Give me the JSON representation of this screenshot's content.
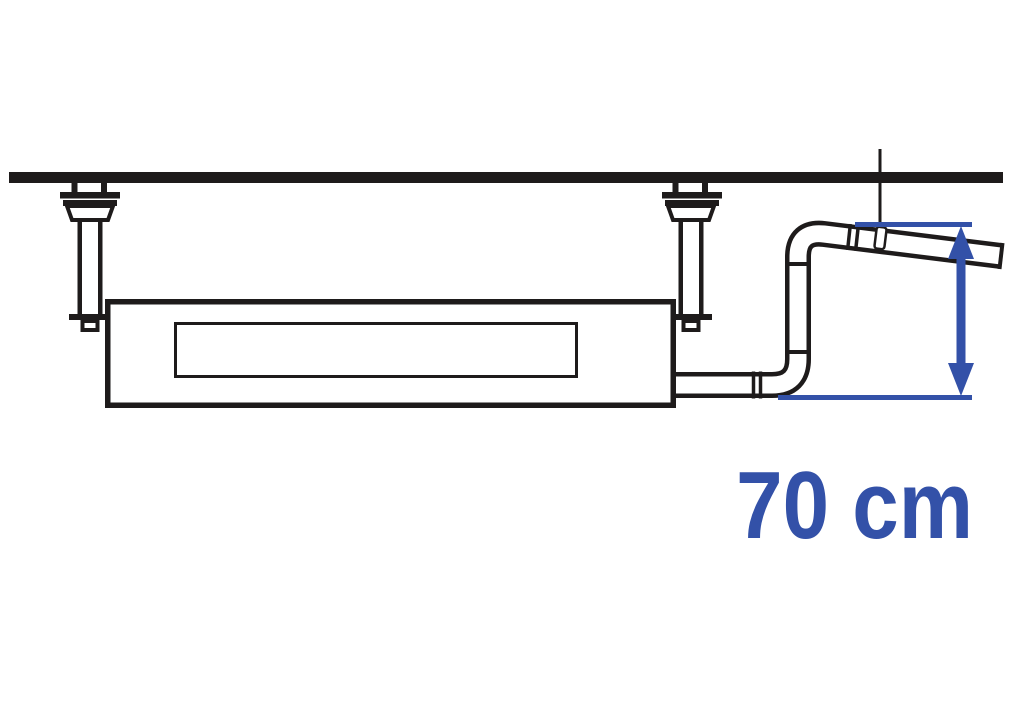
{
  "dimension": {
    "label": "70 cm",
    "value": "70",
    "unit": "cm"
  },
  "colors": {
    "line": "#1e1b1b",
    "accent": "#3351a8",
    "background": "#ffffff",
    "break_marker_fill": "#ffffff"
  },
  "parts": {
    "ceiling": "ceiling-slab-line",
    "left_hanger": "hanger-bolt-left",
    "right_hanger": "hanger-bolt-right",
    "unit": "ceiling-suspended-unit-body",
    "panel": "unit-front-panel",
    "pipe": "drain-pipe-riser",
    "marker": "pipe-break-marker",
    "reference": "pipe-top-reference-line",
    "dimension_arrow": "vertical-dimension-arrow"
  }
}
